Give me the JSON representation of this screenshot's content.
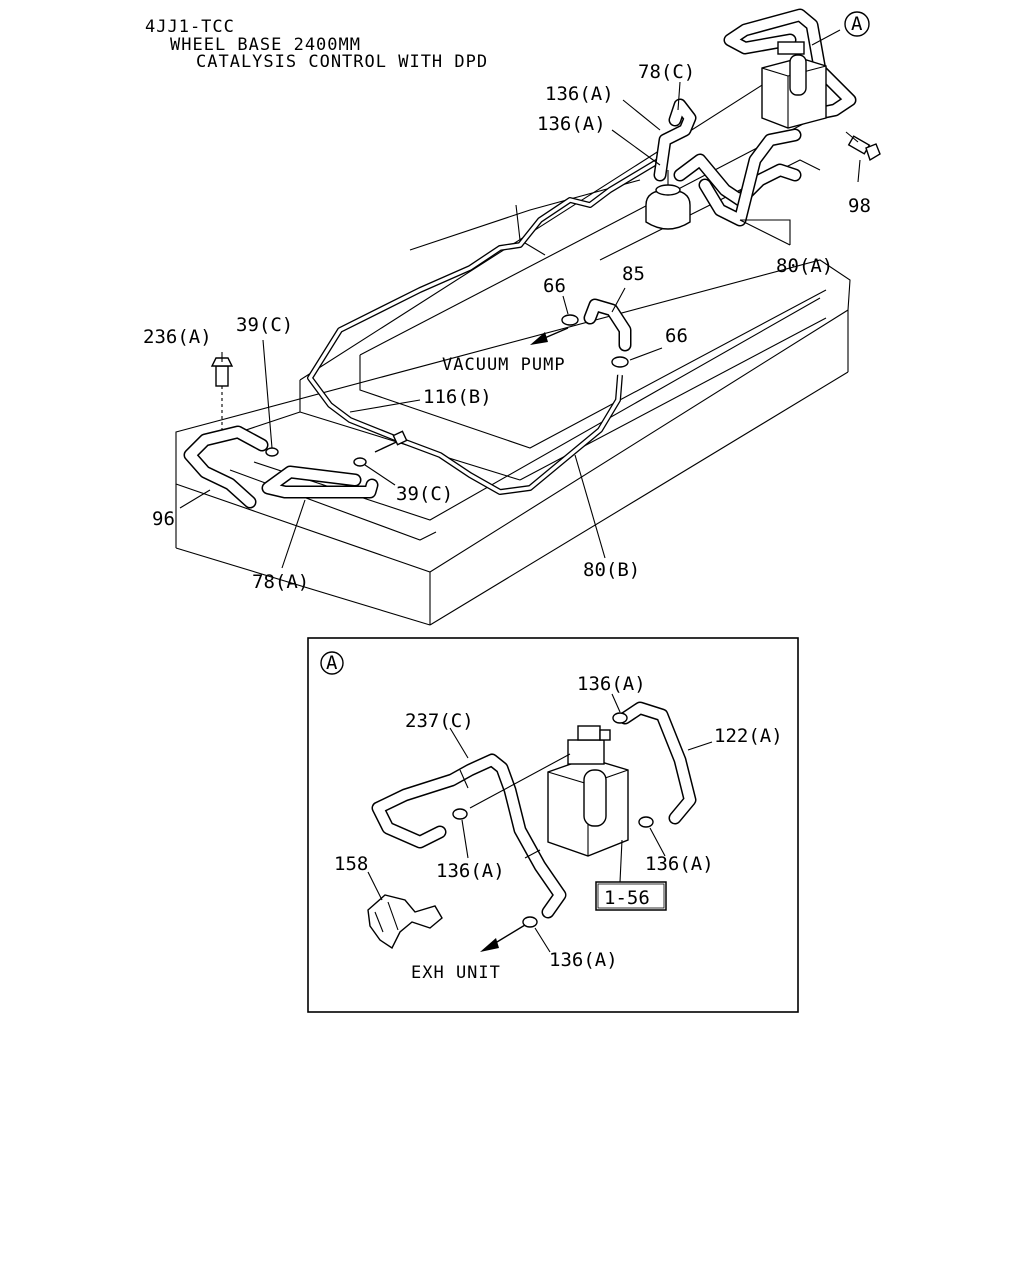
{
  "header": {
    "line1": "4JJ1-TCC",
    "line2": "WHEEL BASE 2400MM",
    "line3": "CATALYSIS CONTROL WITH DPD"
  },
  "callouts": {
    "a_marker_top": "A",
    "p136a_1": "136(A)",
    "p136a_2": "136(A)",
    "p78c": "78(C)",
    "p98": "98",
    "p80a": "80(A)",
    "p66_1": "66",
    "p85": "85",
    "p66_2": "66",
    "vacuum_pump": "VACUUM PUMP",
    "p236a": "236(A)",
    "p39c_1": "39(C)",
    "p116b": "116(B)",
    "p39c_2": "39(C)",
    "p96": "96",
    "p78a": "78(A)",
    "p80b": "80(B)"
  },
  "detail": {
    "marker": "A",
    "p136a_top": "136(A)",
    "p237c": "237(C)",
    "p122a": "122(A)",
    "p158": "158",
    "p136a_left": "136(A)",
    "p136a_right": "136(A)",
    "ref_box": "1-56",
    "p136a_bottom": "136(A)",
    "exh_unit": "EXH UNIT"
  }
}
